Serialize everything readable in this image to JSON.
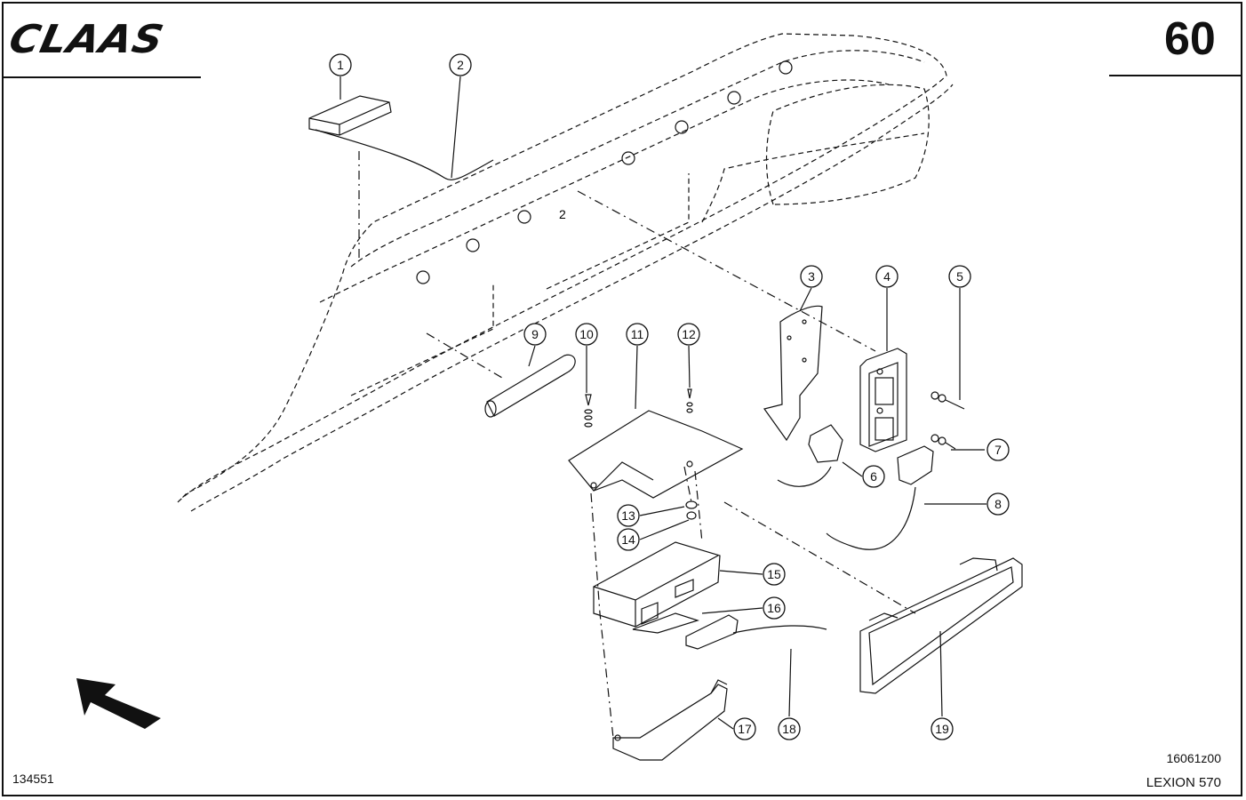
{
  "header": {
    "brand_logo": "CLAAS",
    "page_number": "60"
  },
  "diagram": {
    "callouts": [
      {
        "label": "1"
      },
      {
        "label": "2"
      },
      {
        "label": "3"
      },
      {
        "label": "4"
      },
      {
        "label": "5"
      },
      {
        "label": "6"
      },
      {
        "label": "7"
      },
      {
        "label": "8"
      },
      {
        "label": "9"
      },
      {
        "label": "10"
      },
      {
        "label": "11"
      },
      {
        "label": "12"
      },
      {
        "label": "13"
      },
      {
        "label": "14"
      },
      {
        "label": "15"
      },
      {
        "label": "16"
      },
      {
        "label": "17"
      },
      {
        "label": "18"
      },
      {
        "label": "19"
      }
    ],
    "stray_mark": "2"
  },
  "footer": {
    "left_code": "134551",
    "drawing_code": "16061z00",
    "model": "LEXION 570"
  },
  "icons": {
    "direction_arrow": "arrow-up-left-icon"
  }
}
